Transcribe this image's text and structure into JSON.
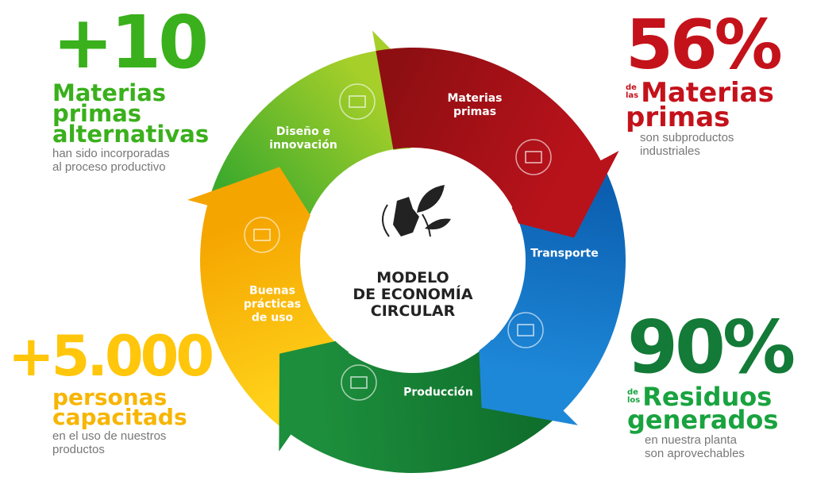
{
  "stats": {
    "top_left": {
      "number": "+10",
      "title_lines": [
        "Materias",
        "primas",
        "alternativas"
      ],
      "desc_lines": [
        "han sido incorporadas",
        "al proceso productivo"
      ],
      "color": "#3ab01c",
      "plus_color": "#0f9a3a"
    },
    "top_right": {
      "number": "56%",
      "prefix_lines": [
        "de",
        "las"
      ],
      "title_lines": [
        "Materias",
        "primas"
      ],
      "desc_lines": [
        "son subproductos",
        "industriales"
      ],
      "color": "#c4121b"
    },
    "bottom_left": {
      "number": "+5.000",
      "title_lines": [
        "personas",
        "capacitads"
      ],
      "desc_lines": [
        "en el uso de nuestros",
        "productos"
      ],
      "color": "#ffc60b",
      "title_color": "#f7b500"
    },
    "bottom_right": {
      "number": "90%",
      "prefix_lines": [
        "de",
        "los"
      ],
      "title_lines": [
        "Residuos",
        "generados"
      ],
      "desc_lines": [
        "en nuestra planta",
        "son aprovechables"
      ],
      "color": "#137a37",
      "title_color": "#19a33f"
    }
  },
  "cycle": {
    "center_lines": [
      "MODELO",
      "DE ECONOMÍA",
      "CIRCULAR"
    ],
    "segments": [
      {
        "label_lines": [
          "Materias",
          "primas"
        ],
        "icon": "mountain-icon",
        "color": "#b8121b",
        "color2": "#8e0f12"
      },
      {
        "label_lines": [
          "Transporte"
        ],
        "icon": "truck-icon",
        "color": "#1e88d8",
        "color2": "#0c5fb0"
      },
      {
        "label_lines": [
          "Producción"
        ],
        "icon": "factory-icon",
        "color": "#1d8e3c",
        "color2": "#0f6f2c"
      },
      {
        "label_lines": [
          "Buenas",
          "prácticas",
          "de uso"
        ],
        "icon": "worker-icon",
        "color": "#f5a500",
        "color2": "#ffd21a"
      },
      {
        "label_lines": [
          "Diseño e",
          "innovación"
        ],
        "icon": "screen-gear-icon",
        "color": "#a6cf2a",
        "color2": "#3eaa2c"
      }
    ]
  }
}
